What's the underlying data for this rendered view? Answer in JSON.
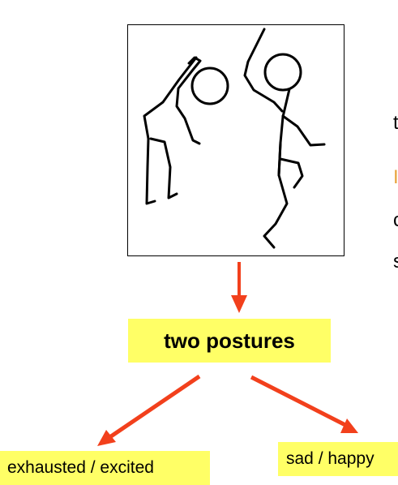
{
  "figure": {
    "name": "two stick figures"
  },
  "labels": {
    "main": "two postures",
    "left_branch": "exhausted / excited",
    "right_branch": "sad / happy"
  },
  "clipped_text": [
    "t",
    "I",
    "c",
    "s"
  ],
  "colors": {
    "arrow": "#f2401c",
    "label_background": "#ffff66",
    "clipped_accent": "#e8a33c"
  }
}
